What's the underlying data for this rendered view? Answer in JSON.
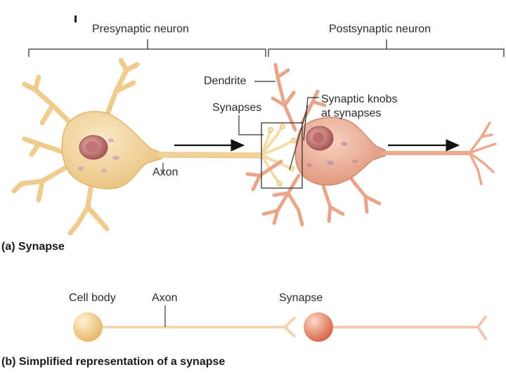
{
  "part_a": {
    "presynaptic_label": "Presynaptic neuron",
    "postsynaptic_label": "Postsynaptic neuron",
    "dendrite_label": "Dendrite",
    "synapses_label": "Synapses",
    "knobs_label_line1": "Synaptic knobs",
    "knobs_label_line2": "at synapses",
    "axon_label": "Axon",
    "caption": "(a) Synapse"
  },
  "part_b": {
    "cell_body_label": "Cell body",
    "axon_label": "Axon",
    "synapse_label": "Synapse",
    "caption": "(b) Simplified representation of a synapse"
  },
  "colors": {
    "presynaptic_fill": "#f6d9a0",
    "presynaptic_stroke": "#e2bb72",
    "postsynaptic_fill": "#f0b49c",
    "postsynaptic_stroke": "#d98f74",
    "nucleus": "#b86a6a",
    "arrow": "#111111"
  }
}
